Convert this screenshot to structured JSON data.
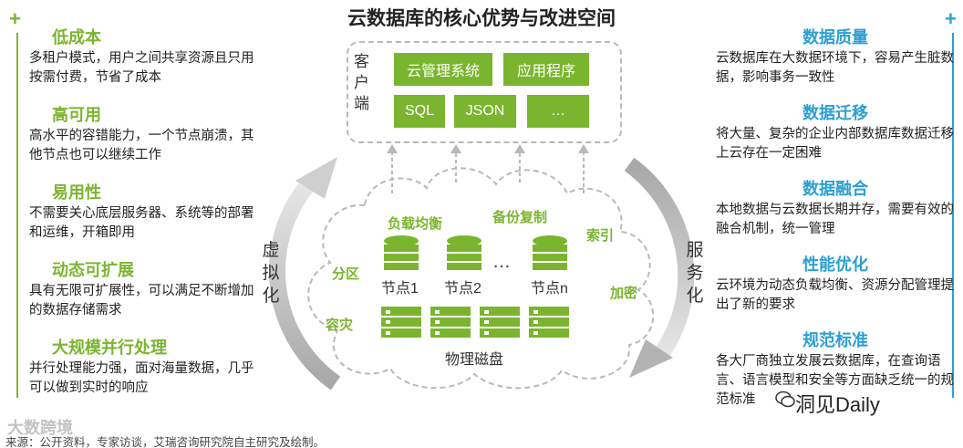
{
  "title": "云数据库的核心优势与改进空间",
  "colors": {
    "green": "#7bb52f",
    "blue": "#2c9fd3",
    "gray": "#b9b9b9"
  },
  "left_items": [
    {
      "title": "低成本",
      "desc": "多租户模式，用户之间共享资源且只用按需付费，节省了成本"
    },
    {
      "title": "高可用",
      "desc": "高水平的容错能力，一个节点崩溃，其他节点也可以继续工作"
    },
    {
      "title": "易用性",
      "desc": "不需要关心底层服务器、系统等的部署和运维，开箱即用"
    },
    {
      "title": "动态可扩展",
      "desc": "具有无限可扩展性，可以满足不断增加的数据存储需求"
    },
    {
      "title": "大规模并行处理",
      "desc": "并行处理能力强，面对海量数据，几乎可以做到实时的响应"
    }
  ],
  "right_items": [
    {
      "title": "数据质量",
      "desc": "云数据库在大数据环境下，容易产生脏数据，影响事务一致性"
    },
    {
      "title": "数据迁移",
      "desc": "将大量、复杂的企业内部数据库数据迁移上云存在一定困难"
    },
    {
      "title": "数据融合",
      "desc": "本地数据与云数据长期并存，需要有效的融合机制，统一管理"
    },
    {
      "title": "性能优化",
      "desc": "云环境为动态负载均衡、资源分配管理提出了新的要求"
    },
    {
      "title": "规范标准",
      "desc": "各大厂商独立发展云数据库，在查询语言、语言模型和安全等方面缺乏统一的规范标准"
    }
  ],
  "client": {
    "label": "客户端",
    "buttons": [
      "云管理系统",
      "应用程序",
      "SQL",
      "JSON",
      "…"
    ]
  },
  "cloud": {
    "features": [
      "负载均衡",
      "备份复制",
      "索引",
      "分区",
      "加密",
      "容灾"
    ],
    "nodes": [
      "节点1",
      "节点2",
      "节点n"
    ],
    "ellipsis": "…",
    "storage": "物理磁盘"
  },
  "side_labels": {
    "left": "虚拟化",
    "right": "服务化"
  },
  "footer": "来源：公开资料，专家访谈，艾瑞咨询研究院自主研究及绘制。",
  "watermarks": {
    "left": "大数跨境",
    "right": "洞见Daily"
  }
}
